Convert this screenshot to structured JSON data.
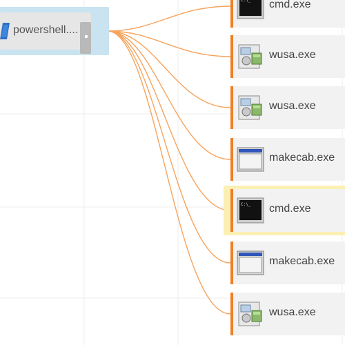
{
  "graph": {
    "parent": {
      "label": "powershell....",
      "icon": "powershell-icon"
    },
    "children": [
      {
        "label": "cmd.exe",
        "icon": "console-icon",
        "selected": false
      },
      {
        "label": "wusa.exe",
        "icon": "installer-icon",
        "selected": false
      },
      {
        "label": "wusa.exe",
        "icon": "installer-icon",
        "selected": false
      },
      {
        "label": "makecab.exe",
        "icon": "window-icon",
        "selected": false
      },
      {
        "label": "cmd.exe",
        "icon": "console-icon",
        "selected": true
      },
      {
        "label": "makecab.exe",
        "icon": "window-icon",
        "selected": false
      },
      {
        "label": "wusa.exe",
        "icon": "installer-icon",
        "selected": false
      }
    ]
  },
  "colors": {
    "edge": "#f7a35c",
    "accent": "#f07f24",
    "selection": "#fbf0b2",
    "parent_frame": "#c9e3f0"
  }
}
